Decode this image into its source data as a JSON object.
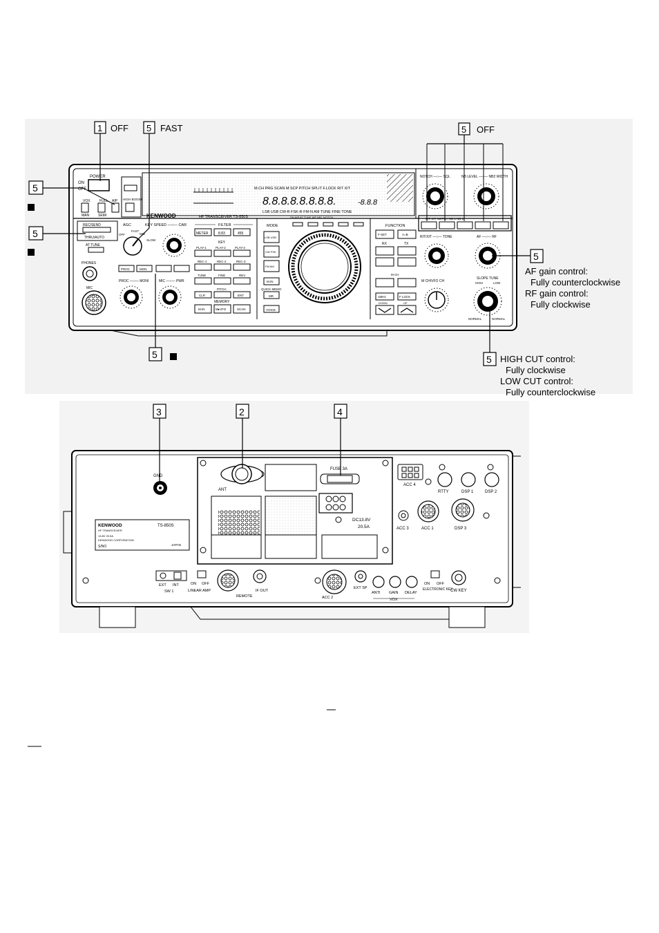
{
  "front_panel": {
    "callouts": {
      "power_off": {
        "num": "1",
        "text": "OFF"
      },
      "agc_fast": {
        "num": "5",
        "text": "FAST"
      },
      "filter_off": {
        "num": "5",
        "text": "OFF"
      },
      "vox": {
        "num": "5"
      },
      "rec_send": {
        "num": "5"
      },
      "key_speed": {
        "num": "5"
      },
      "af_rf": {
        "num": "5",
        "lines": [
          "AF gain control:",
          "Fully counterclockwise",
          "RF gain control:",
          "Fully clockwise"
        ]
      },
      "slope": {
        "num": "5",
        "lines": [
          "HIGH CUT control:",
          "Fully clockwise",
          "LOW CUT control:",
          "Fully counterclockwise"
        ]
      }
    },
    "labels": {
      "brand": "KENWOOD",
      "model_line": "HF TRANSCEIVER      TS-850S",
      "power": "POWER",
      "on": "ON",
      "off": "OFF",
      "vox": "VOX",
      "full": "FULL",
      "atu": "AIP",
      "man": "MAN",
      "semi": "SEMI",
      "high_boost": "HIGH BOOST",
      "agc": "AGC",
      "fast": "FAST",
      "mid": "MID",
      "slow": "SLOW",
      "off_lbl": "OFF",
      "key_speed_car": "KEY SPEED —○— CAR",
      "filter": "FILTER",
      "meter": "METER",
      "f883": "8.83",
      "f455": "455",
      "key": "KEY",
      "play1": "PLAY-1",
      "play2": "PLAY-2",
      "play3": "PLAY-3",
      "rec1": "REC-1",
      "rec2": "REC-2",
      "rec3": "REC-3",
      "tune": "TUNE",
      "fine": "FINE",
      "rev": "REV",
      "pitch": "PITCH",
      "clr": "CLR",
      "ent": "ENT",
      "memory": "MEMORY",
      "m_in": "M.IN",
      "mvfo": "M▸VFO",
      "scan": "SCAN",
      "proc": "PROC",
      "mon": "MON",
      "proc_moni": "PROC —○— MONI",
      "mic_pwr": "MIC —○— PWR",
      "phones": "PHONES",
      "mic": "MIC",
      "rec_send": "REC/SEND",
      "thru_auto": "THRU/AUTO",
      "at_tune": "AT TUNE",
      "mode": "MODE",
      "lsb_usb": "LSB USB",
      "cw_fsk": "CW FSK",
      "fm_am": "FM AM",
      "quick_memo": "QUICK MEMO",
      "mr": "MR",
      "voice": "VOICE",
      "function": "FUNCTION",
      "f_set": "F-SET",
      "a_b": "A=B",
      "rx": "RX",
      "tx": "TX",
      "m_ch": "M CH",
      "mhz": "1MHz",
      "f_lock": "F LOCK",
      "down": "DOWN",
      "up": "UP",
      "rit_xit": "RIT/XIT —○— TONE",
      "m_ch_vfo": "M CH/VFO CH",
      "notch_sql": "NOTCH —○— SQL",
      "nb_level": "NB LEVEL —○— NB2 WIDTH",
      "af_rf": "AF —○— RF",
      "slope_tune": "SLOPE TUNE",
      "high": "HIGH",
      "low": "LOW",
      "normal": "NORMAL",
      "display_top": "M.CH   PRG   SCAN   M.SCP   PITCH   SPLIT   F.LOCK   RIT   XIT",
      "display_bottom": "LSB   USB   CW-R   FSK-R   FM-N   AM   TUNE   FINE   TONE",
      "display_digits": "8.8.8.8.8.8.8.8.",
      "display_small": "-8.8.8",
      "mid_buttons": "DN AIP   AT TUNE   AIP   NB1   NOTCH",
      "right_buttons": "RIT   XIT   NOTCH   NB 1   NB 2"
    }
  },
  "rear_panel": {
    "callouts": {
      "gnd": "3",
      "ant": "2",
      "fuse": "4"
    },
    "labels": {
      "gnd": "GND",
      "ant": "ANT",
      "fuse": "FUSE 3A",
      "dc": "DC13.8V",
      "amps": "20.5A",
      "acc4": "ACC 4",
      "rtty": "RTTY",
      "dsp1": "DSP 1",
      "dsp2": "DSP 2",
      "acc3": "ACC 3",
      "acc1": "ACC 1",
      "dsp3": "DSP 3",
      "nameplate_brand": "KENWOOD",
      "nameplate_sub": "HF TRANSCEIVER",
      "nameplate_model": "TS-850S",
      "nameplate_line": "13.8V  20.5A",
      "nameplate_corp": "KENWOOD CORPORATION",
      "nameplate_sn": "S/NO",
      "nameplate_japan": "JAPAN",
      "ext": "EXT",
      "int": "INT",
      "sw1": "SW 1",
      "on": "ON",
      "off": "OFF",
      "linear_amp": "LINEAR AMP",
      "remote": "REMOTE",
      "if_out": "IF OUT",
      "acc2": "ACC 2",
      "ext_sp": "EXT SP",
      "anti": "ANTI",
      "gain": "GAIN",
      "delay": "DELAY",
      "vox": "VOX",
      "electronic_key": "ELECTRONIC KEY",
      "cw_key": "CW KEY"
    }
  }
}
